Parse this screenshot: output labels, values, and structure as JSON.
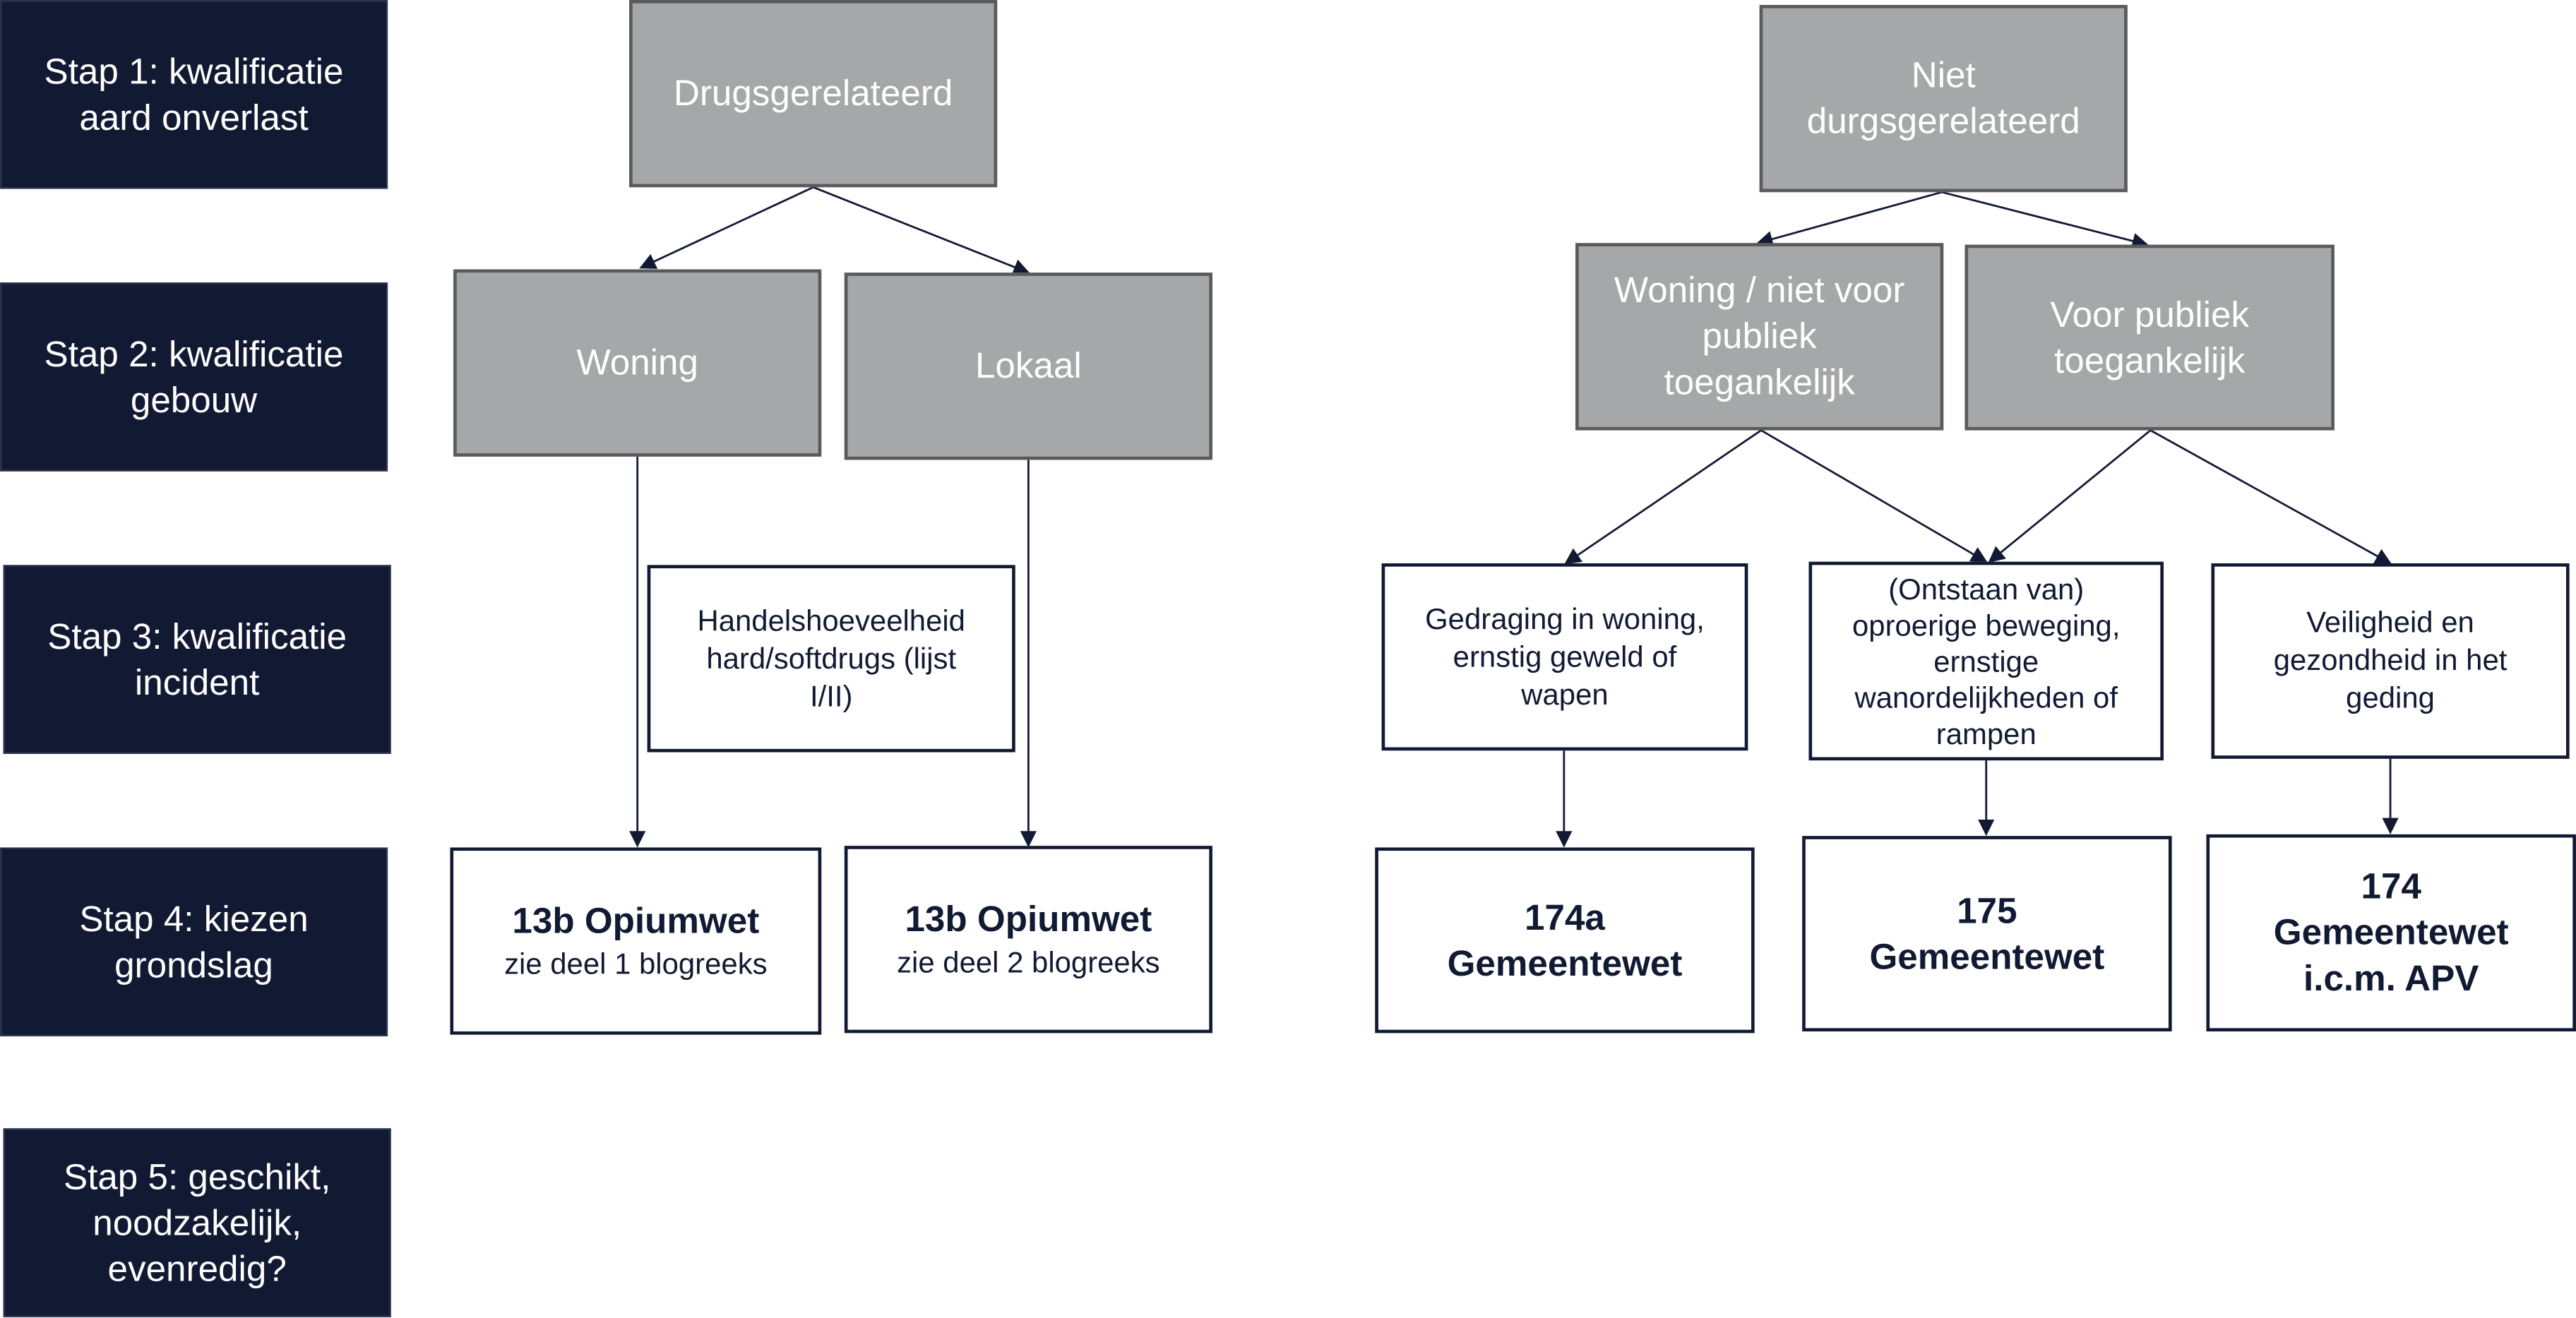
{
  "colors": {
    "step_bg": "#121a33",
    "grey_box": "#a6a7a9",
    "line": "#121a33"
  },
  "steps": [
    "Stap 1: kwalificatie\naard onverlast",
    "Stap 2: kwalificatie\ngebouw",
    "Stap 3: kwalificatie\nincident",
    "Stap 4: kiezen\ngrondslag",
    "Stap 5: geschikt,\nnoodzakelijk,\nevenredig?"
  ],
  "left_tree": {
    "root": "Drugsgerelateerd",
    "woning": "Woning",
    "lokaal": "Lokaal",
    "incident": "Handelshoeveelheid\nhard/softdrugs (lijst\nI/II)",
    "law1": {
      "title": "13b Opiumwet",
      "subtitle": "zie deel 1 blogreeks"
    },
    "law2": {
      "title": "13b Opiumwet",
      "subtitle": "zie deel 2 blogreeks"
    }
  },
  "right_tree": {
    "root": "Niet\ndurgsgerelateerd",
    "woning_niet_publiek": "Woning / niet voor\npubliek\ntoegankelijk",
    "publiek": "Voor publiek\ntoegankelijk",
    "incident_a": "Gedraging in woning,\nernstig geweld of\nwapen",
    "incident_b": "(Ontstaan van)\noproerige beweging,\nernstige\nwanordelijkheden of\nrampen",
    "incident_c": "Veiligheid en\ngezondheid in het\ngeding",
    "law_a": "174a\nGemeentewet",
    "law_b": "175\nGemeentewet",
    "law_c": "174\nGemeentewet\ni.c.m. APV"
  }
}
